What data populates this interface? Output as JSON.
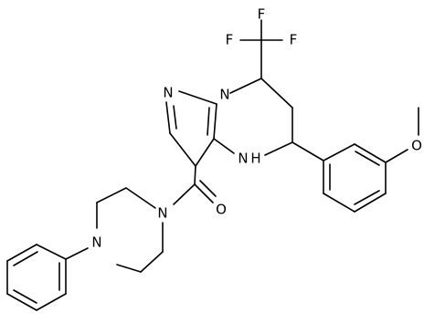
{
  "molecule": {
    "atoms": [
      {
        "id": "F1",
        "label": "F"
      },
      {
        "id": "F2",
        "label": "F"
      },
      {
        "id": "F3",
        "label": "F"
      },
      {
        "id": "N1",
        "label": "N"
      },
      {
        "id": "N2",
        "label": "N"
      },
      {
        "id": "NH",
        "label": "N"
      },
      {
        "id": "NH_H",
        "label": "H"
      },
      {
        "id": "O_carbonyl",
        "label": "O"
      },
      {
        "id": "O_methoxy",
        "label": "O"
      },
      {
        "id": "N_amide",
        "label": "N"
      },
      {
        "id": "N_piperazine",
        "label": "N"
      }
    ]
  }
}
